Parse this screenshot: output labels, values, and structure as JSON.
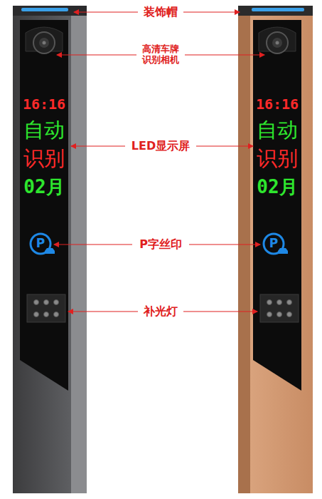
{
  "diagram": {
    "labels": [
      "装饰帽",
      "高清车牌 识别相机",
      "LED显示屏",
      "P字丝印",
      "补光灯",
      "16:16",
      "自动",
      "识别",
      "02月",
      "P",
      "16:16",
      "自动",
      "识别",
      "02月",
      "P"
    ]
  }
}
